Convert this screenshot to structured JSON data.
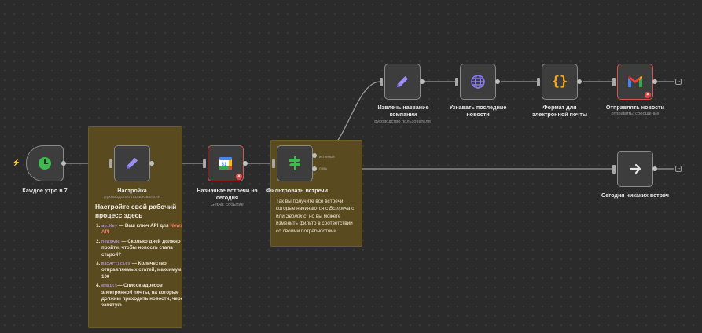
{
  "nodes": {
    "trigger": {
      "label": "Каждое утро в 7",
      "icon": "clock-icon"
    },
    "setup": {
      "label": "Настройка",
      "sub": "руководство пользователя",
      "icon": "pencil-icon"
    },
    "calendar": {
      "label": "Назначьте встречи на сегодня",
      "sub": "GetAll: событие",
      "icon": "google-calendar-icon",
      "calendar_day": "31"
    },
    "filter": {
      "label": "Фильтровать встречи",
      "icon": "filter-signpost-icon",
      "out_true": "истинный",
      "out_false": "ложь"
    },
    "extract": {
      "label": "Извлечь название компании",
      "sub": "руководство пользователя",
      "icon": "pencil-icon"
    },
    "news": {
      "label": "Узнавать последние новости",
      "icon": "globe-icon"
    },
    "format": {
      "label": "Формат для электронной почты",
      "icon": "braces-icon",
      "braces": "{}"
    },
    "send": {
      "label": "Отправлять новости",
      "sub": "отправить: сообщение",
      "icon": "gmail-icon",
      "letter": "M"
    },
    "nomeet": {
      "label": "Сегодня никаких встреч",
      "icon": "arrow-right-icon"
    }
  },
  "sticky1": {
    "title": "Настройте свой рабочий процесс здесь",
    "items": [
      {
        "code": "apiKey",
        "text": " — Ваш ключ API для ",
        "highlight": "News API"
      },
      {
        "code": "newsAge",
        "text": " — Сколько дней должно пройти, чтобы новость стала старой?"
      },
      {
        "code": "maxArticles",
        "text": " — Количество отправляемых статей, максимум 100"
      },
      {
        "code": "emails",
        "text": "— Список адресов электронной почты, на которые должны приходить новости, через запятую"
      }
    ]
  },
  "sticky2": {
    "p1": "Так вы получите все встречи, которые начинаются с ",
    "em1": "Встреча",
    "p2": " с или ",
    "em2": "Звонок с",
    "p3": ", но вы можете изменить фильтр в соответствии со своими потребностями"
  },
  "colors": {
    "accent": "#ff6d5a",
    "error": "#e24a4a",
    "trigger_icon": "#3fb950",
    "filter_icon": "#3fb950",
    "braces": "#f5a524",
    "globe": "#8c7cf2"
  }
}
